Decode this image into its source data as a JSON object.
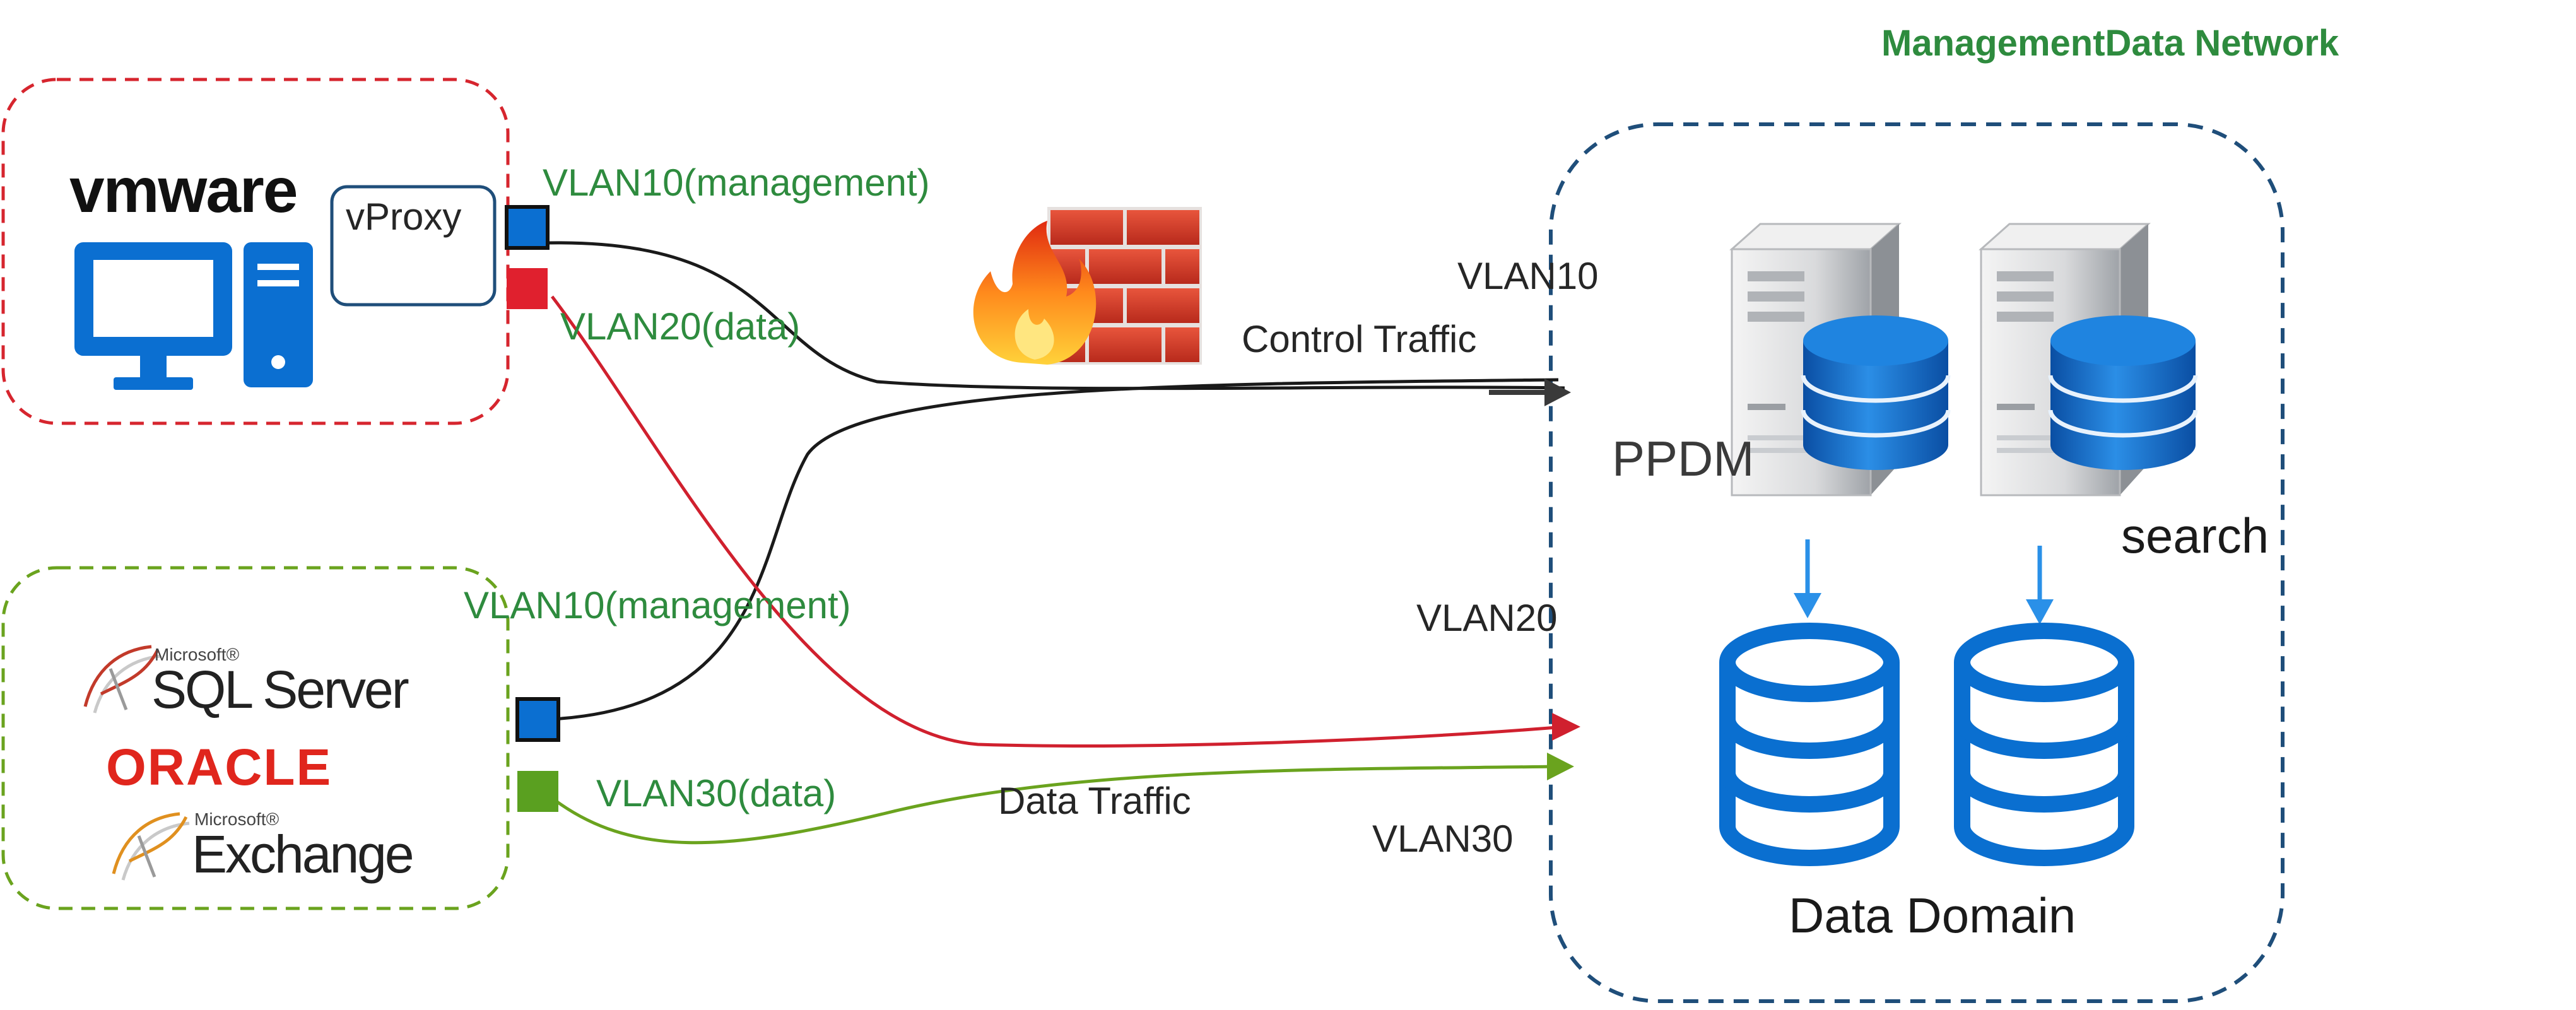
{
  "title": "ManagementData Network",
  "hosts": {
    "vmware": {
      "logo": "vmware",
      "proxy_label": "vProxy",
      "icon": "desktop-computer-icon"
    },
    "apps": {
      "sql_brand": "Microsoft®",
      "sql_name": "SQL Server",
      "oracle_name": "ORACLE",
      "exchange_brand": "Microsoft®",
      "exchange_name": "Exchange"
    }
  },
  "port_labels": {
    "vmware_mgmt": "VLAN10(management)",
    "vmware_data": "VLAN20(data)",
    "apps_mgmt": "VLAN10(management)",
    "apps_data": "VLAN30(data)"
  },
  "traffic_labels": {
    "control": "Control Traffic",
    "data": "Data Traffic"
  },
  "vlan_labels": {
    "vlan10": "VLAN10",
    "vlan20": "VLAN20",
    "vlan30": "VLAN30"
  },
  "network": {
    "ppdm": "PPDM",
    "search": "search",
    "data_domain": "Data Domain"
  },
  "colors": {
    "management_line": "#1a1a1a",
    "vlan20_line": "#d0202e",
    "vlan30_line": "#6aa31e",
    "port_blue": "#0b6fd1",
    "port_red": "#e0202e",
    "port_green": "#5aa020",
    "vmware_border": "#d6252e",
    "apps_border": "#6aa31e",
    "network_border": "#1f4e7a",
    "db_blue": "#0a6fd0"
  }
}
